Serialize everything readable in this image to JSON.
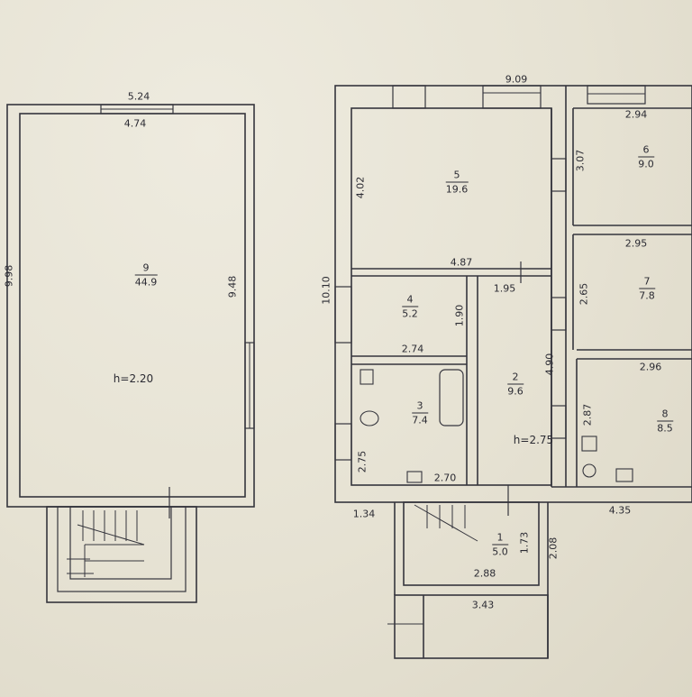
{
  "left_plan": {
    "dimensions": {
      "top_outer": "5.24",
      "top_inner": "4.74",
      "left_outer": "9.98",
      "right_inner": "9.48"
    },
    "room": {
      "number": "9",
      "area": "44.9"
    },
    "ceiling_height": "h=2.20"
  },
  "right_plan": {
    "dimensions": {
      "top_total": "9.09",
      "left_total": "10.10",
      "room5_height": "4.02",
      "wall_4_87": "4.87",
      "wall_1_95": "1.95",
      "room4_height": "1.90",
      "wall_2_74": "2.74",
      "room3_height": "2.75",
      "wall_2_70": "2.70",
      "room2_height": "4.90",
      "room6_width": "2.94",
      "room6_height": "3.07",
      "room7_width": "2.95",
      "room7_height": "2.65",
      "room8_width": "2.96",
      "room8_height": "2.87",
      "porch_offset": "1.34",
      "right_bottom": "4.35",
      "room1_height": "1.73",
      "porch_height": "2.08",
      "room1_width": "2.88",
      "porch_width": "3.43"
    },
    "rooms": [
      {
        "id": "room-5",
        "number": "5",
        "area": "19.6"
      },
      {
        "id": "room-4",
        "number": "4",
        "area": "5.2"
      },
      {
        "id": "room-3",
        "number": "3",
        "area": "7.4"
      },
      {
        "id": "room-2",
        "number": "2",
        "area": "9.6"
      },
      {
        "id": "room-6",
        "number": "6",
        "area": "9.0"
      },
      {
        "id": "room-7",
        "number": "7",
        "area": "7.8"
      },
      {
        "id": "room-8",
        "number": "8",
        "area": "8.5"
      },
      {
        "id": "room-1",
        "number": "1",
        "area": "5.0"
      }
    ],
    "ceiling_height": "h=2.75"
  }
}
